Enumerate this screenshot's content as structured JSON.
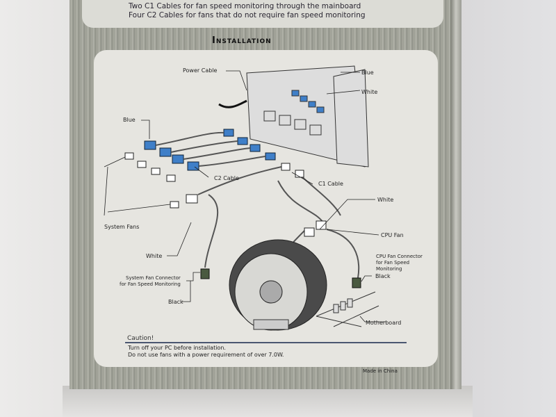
{
  "top_panel": {
    "lines": [
      "Two  C1 Cables for fan speed monitoring through the mainboard",
      "Four  C2 Cables for fans that do not require fan speed monitoring"
    ]
  },
  "section_title": "Installation",
  "diagram_labels": {
    "power_cable": "Power Cable",
    "blue_top": "Blue",
    "white_top": "White",
    "blue_left": "Blue",
    "c2_cable": "C2 Cable",
    "c1_cable": "C1 Cable",
    "white_right": "White",
    "cpu_fan": "CPU Fan",
    "system_fans": "System Fans",
    "white_left": "White",
    "system_fan_connector": [
      "System Fan Connector",
      "for Fan Speed Monitoring"
    ],
    "black_left": "Black",
    "cpu_fan_connector": [
      "CPU Fan Connector",
      "for Fan Speed",
      "Monitoring"
    ],
    "black_right": "Black",
    "motherboard": "Motherboard"
  },
  "caution": {
    "title": "Caution!",
    "lines": [
      "Turn off your PC before installation.",
      "Do not use fans with a power requirement of over 7.0W."
    ]
  },
  "made_in": "Made in China",
  "colors": {
    "connector_blue": "#3f7fc8",
    "rule": "#4a5670"
  }
}
